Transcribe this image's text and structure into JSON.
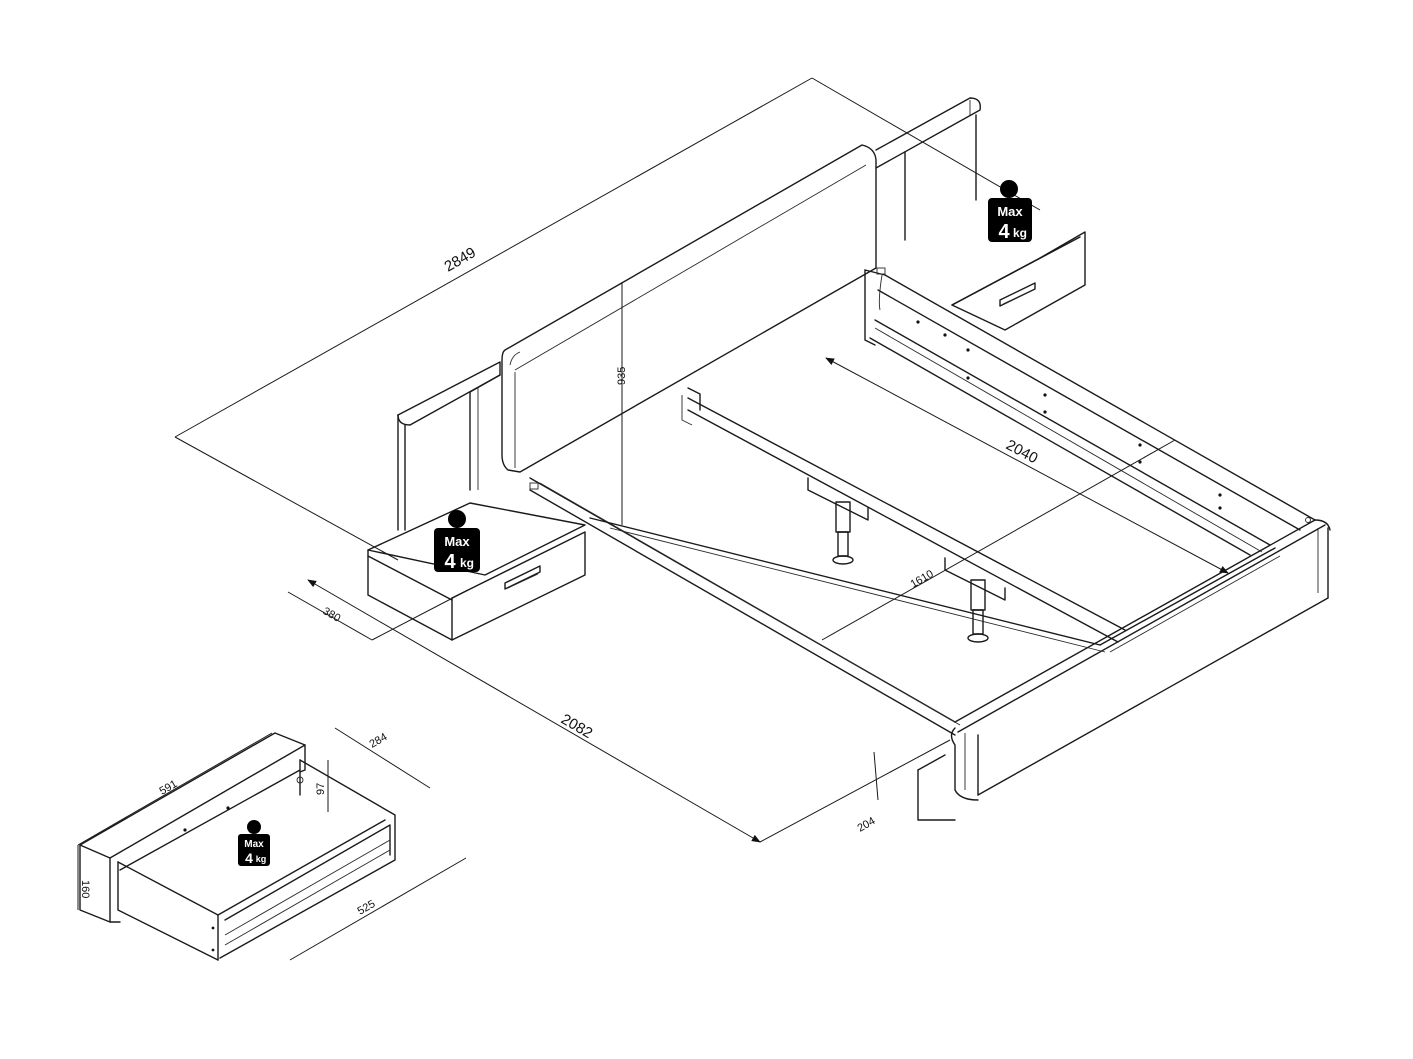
{
  "dimensions": {
    "overall_width": "2849",
    "overall_length": "2082",
    "inner_length": "2040",
    "inner_width": "1610",
    "headboard_height": "935",
    "nightstand_depth": "380",
    "bed_height": "204",
    "drawer_width": "591",
    "drawer_depth": "284",
    "drawer_inner_height": "97",
    "drawer_height": "160",
    "drawer_inner_width": "525"
  },
  "weight_badges": [
    {
      "line1": "Max",
      "line2": "4",
      "unit": "kg"
    },
    {
      "line1": "Max",
      "line2": "4",
      "unit": "kg"
    },
    {
      "line1": "Max",
      "line2": "4",
      "unit": "kg"
    }
  ]
}
